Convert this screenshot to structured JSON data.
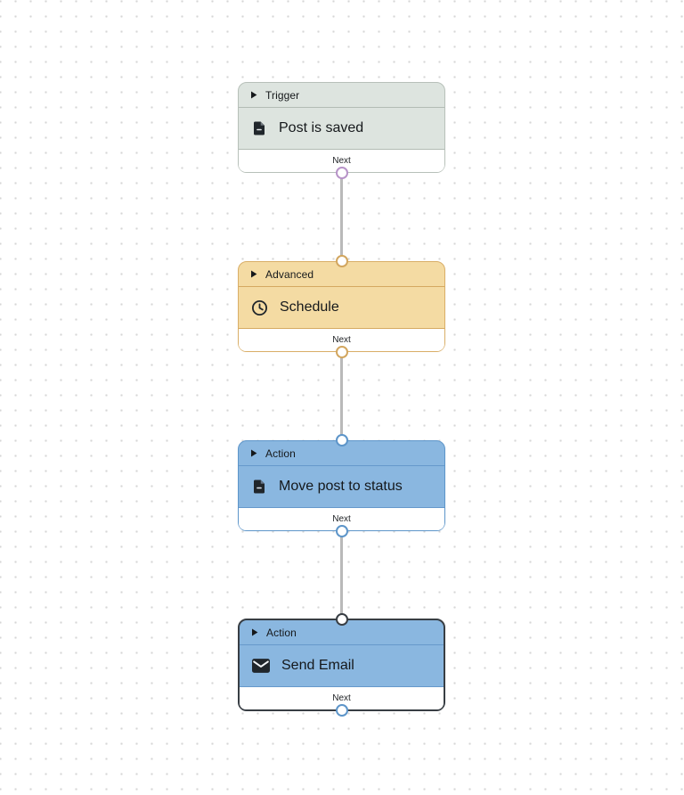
{
  "app": {
    "name": "workflow-builder-canvas"
  },
  "canvas": {
    "background": "#ffffff",
    "dot_grid_color": "#d6d6d6",
    "edge_color": "#b9b9b9"
  },
  "nodes": [
    {
      "category": "Trigger",
      "title": "Post is saved",
      "icon": "document-icon",
      "collapse_icon": "play-triangle-icon",
      "footer_label": "Next",
      "selected": false,
      "has_input_port": false,
      "has_output_port": true,
      "colors": {
        "fill": "#dde4df",
        "border": "#b7c0b9",
        "divider": "#b2bcb4",
        "port_bottom": "#b793c8"
      }
    },
    {
      "category": "Advanced",
      "title": "Schedule",
      "icon": "clock-icon",
      "collapse_icon": "play-triangle-icon",
      "footer_label": "Next",
      "selected": false,
      "has_input_port": true,
      "has_output_port": true,
      "colors": {
        "fill": "#f4dba3",
        "border": "#d9ae67",
        "divider": "#d5a961",
        "port_top": "#d2a65f",
        "port_bottom": "#d2a65f"
      }
    },
    {
      "category": "Action",
      "title": "Move post to status",
      "icon": "document-icon",
      "collapse_icon": "play-triangle-icon",
      "footer_label": "Next",
      "selected": false,
      "has_input_port": true,
      "has_output_port": true,
      "colors": {
        "fill": "#8ab7e0",
        "border": "#5d95c9",
        "divider": "#6699cb",
        "port_top": "#5d95c9",
        "port_bottom": "#5d95c9"
      }
    },
    {
      "category": "Action",
      "title": "Send Email",
      "icon": "envelope-icon",
      "collapse_icon": "play-triangle-icon",
      "footer_label": "Next",
      "selected": true,
      "has_input_port": true,
      "has_output_port": true,
      "colors": {
        "fill": "#8ab7e0",
        "border": "#383e44",
        "divider": "#6699cb",
        "port_top": "#383e44",
        "port_bottom": "#5d95c9"
      }
    }
  ],
  "edges": [
    {
      "from": "node-0",
      "to": "node-1",
      "color": "#b9b9b9"
    },
    {
      "from": "node-1",
      "to": "node-2",
      "color": "#b9b9b9"
    },
    {
      "from": "node-2",
      "to": "node-3",
      "color": "#b9b9b9"
    }
  ]
}
